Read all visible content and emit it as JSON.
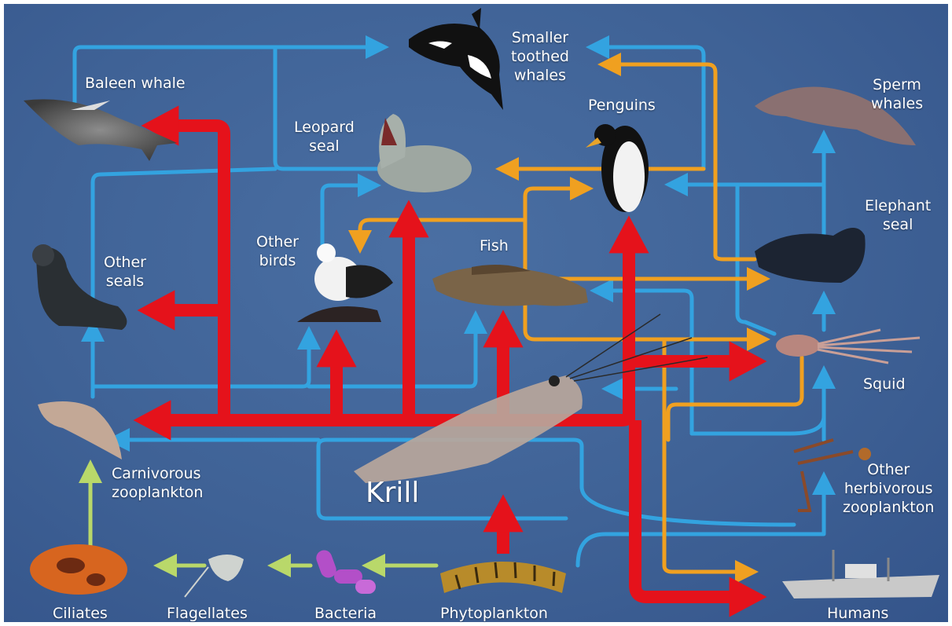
{
  "organisms": {
    "baleen_whale": "Baleen whale",
    "smaller_toothed_whales": "Smaller\ntoothed\nwhales",
    "sperm_whales": "Sperm\nwhales",
    "leopard_seal": "Leopard\nseal",
    "penguins": "Penguins",
    "elephant_seal": "Elephant\nseal",
    "other_seals": "Other\nseals",
    "other_birds": "Other\nbirds",
    "fish": "Fish",
    "squid": "Squid",
    "carnivorous_zooplankton": "Carnivorous\nzooplankton",
    "krill": "Krill",
    "other_herbivorous_zooplankton": "Other\nherbivorous\nzooplankton",
    "ciliates": "Ciliates",
    "flagellates": "Flagellates",
    "bacteria": "Bacteria",
    "phytoplankton": "Phytoplankton",
    "humans": "Humans"
  },
  "colors": {
    "krill_flow": "#e5121b",
    "blue_flow": "#33a3e0",
    "orange_flow": "#f0a020",
    "microbial_flow": "#b9d86a",
    "background": "#3f6296"
  }
}
